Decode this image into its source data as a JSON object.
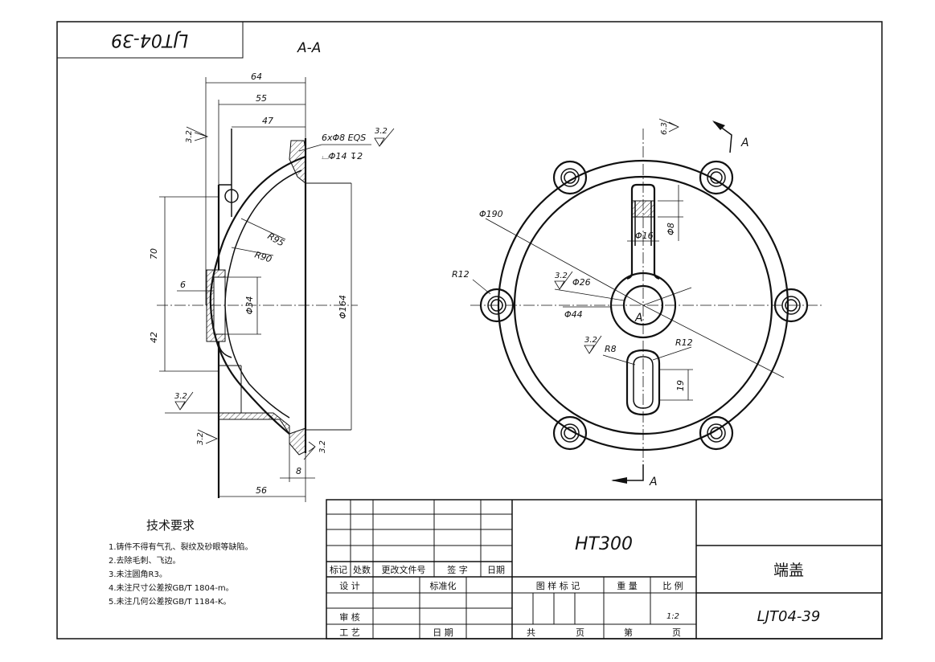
{
  "frame": {
    "rotated_code": "LJT04-39",
    "section_label": "A-A"
  },
  "left_view": {
    "dims": {
      "d64": "64",
      "d55": "55",
      "d47": "47",
      "d70": "70",
      "d6": "6",
      "d42": "42",
      "phi34": "Φ34",
      "phi164": "Φ164",
      "r95": "R95",
      "r90": "R90",
      "d56": "56",
      "d8": "8"
    },
    "hole_note_1": "6xΦ8 EQS",
    "hole_note_2": "⌴Φ14 ↧2",
    "roughness": [
      "3.2",
      "3.2",
      "3.2",
      "3.2",
      "3.2"
    ]
  },
  "right_view": {
    "dims": {
      "phi190": "Φ190",
      "r12_left": "R12",
      "phi26": "Φ26",
      "phi44": "Φ44",
      "phi16": "Φ16",
      "phi8": "Φ8",
      "r8": "R8",
      "r12_right": "R12",
      "d19": "19",
      "center_a": "A"
    },
    "roughness": [
      "6.3",
      "3.2",
      "3.2"
    ],
    "section_mark_top": "A",
    "section_mark_bottom": "A"
  },
  "tech_req": {
    "title": "技术要求",
    "items": [
      "1.铸件不得有气孔、裂纹及砂眼等缺陷。",
      "2.去除毛刺、飞边。",
      "3.未注圆角R3。",
      "4.未注尺寸公差按GB/T 1804-m。",
      "5.未注几何公差按GB/T 1184-K。"
    ]
  },
  "title_block": {
    "material": "HT300",
    "part_name": "端盖",
    "drawing_no": "LJT04-39",
    "rev_headers": [
      "标记",
      "处数",
      "更改文件号",
      "签 字",
      "日期"
    ],
    "design": "设 计",
    "standard": "标准化",
    "review": "审 核",
    "process": "工 艺",
    "date": "日 期",
    "mark_label": "图 样 标 记",
    "weight_label": "重 量",
    "scale_label": "比 例",
    "scale_value": "1:2",
    "total": "共",
    "page": "页",
    "sheet": "第",
    "page2": "页"
  }
}
